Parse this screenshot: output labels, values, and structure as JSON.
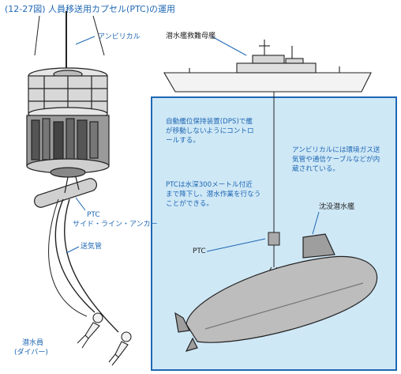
{
  "title": "(12-27図) 人員移送用カプセル(PTC)の運用",
  "labels": {
    "umbilical_left": "アンビリカル",
    "ship": "潜水艦救難母艦",
    "ptc_anchor_1": "PTC",
    "ptc_anchor_2": "サイド・ライン・アンカー",
    "air_hose": "送気管",
    "diver_1": "潜水員",
    "diver_2": "(ダイバー)",
    "ptc_sea": "PTC",
    "sunken_sub": "沈没潜水艦"
  },
  "notes": {
    "dps": [
      "自動艦位保持装置(DPS)で艦",
      "が移動しないようにコントロ",
      "ールする。"
    ],
    "umbilical_desc": [
      "アンビリカルには環境ガス送",
      "気管や通信ケーブルなどが内",
      "蔵されている。"
    ],
    "depth": [
      "PTCは水深300メートル付近",
      "まで降下し、潜水作業を行なう",
      "ことができる。"
    ]
  },
  "colors": {
    "accent": "#1e67b4",
    "sea": "#cfe8f6",
    "ink": "#222222"
  }
}
